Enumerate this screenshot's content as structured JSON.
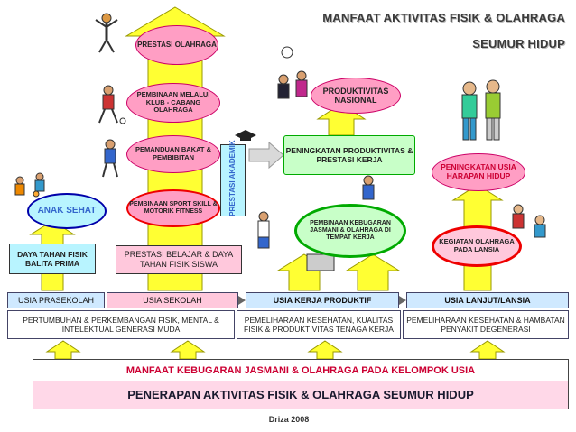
{
  "title": {
    "line1": "MANFAAT AKTIVITAS FISIK & OLAHRAGA",
    "line2": "SEUMUR HIDUP"
  },
  "left_column": {
    "prestasi_olahraga": "PRESTASI OLAHRAGA",
    "pembinaan_klub": "PEMBINAAN MELALUI KLUB - CABANG OLAHRAGA",
    "pemanduan_bakat": "PEMANDUAN BAKAT & PEMBIBITAN",
    "pembinaan_sport_skill": "PEMBINAAN SPORT SKILL & MOTORIK FITNESS",
    "prestasi_belajar": "PRESTASI BELAJAR & DAYA TAHAN FISIK SISWA",
    "prestasi_akademik": "PRESTASI AKADEMIK",
    "anak_sehat": "ANAK SEHAT",
    "daya_tahan_balita": "DAYA TAHAN FISIK BALITA PRIMA"
  },
  "middle_column": {
    "produktivitas_nasional": "PRODUKTIVITAS NASIONAL",
    "peningkatan_produktivitas": "PENINGKATAN PRODUKTIVITAS & PRESTASI KERJA",
    "pembinaan_kebugaran": "PEMBINAAN KEBUGARAN JASMANI & OLAHRAGA DI TEMPAT KERJA"
  },
  "right_column": {
    "peningkatan_usia": "PENINGKATAN USIA HARAPAN HIDUP",
    "kegiatan_olahraga": "KEGIATAN OLAHRAGA PADA LANSIA"
  },
  "age_bands": [
    {
      "label": "USIA PRASEKOLAH"
    },
    {
      "label": "USIA SEKOLAH"
    },
    {
      "label": "USIA KERJA PRODUKTIF"
    },
    {
      "label": "USIA LANJUT/LANSIA"
    }
  ],
  "descriptions": [
    "PERTUMBUHAN & PERKEMBANGAN FISIK, MENTAL & INTELEKTUAL GENERASI MUDA",
    "PEMELIHARAAN KESEHATAN, KUALITAS FISIK & PRODUKTIVITAS TENAGA KERJA",
    "PEMELIHARAAN KESEHATAN & HAMBATAN PENYAKIT DEGENERASI"
  ],
  "bottom": {
    "line1": "MANFAAT KEBUGARAN JASMANI & OLAHRAGA PADA KELOMPOK USIA",
    "line2": "PENERAPAN AKTIVITAS FISIK & OLAHRAGA SEUMUR HIDUP"
  },
  "credit": "Driza 2008",
  "colors": {
    "arrow_yellow": "#ffff33",
    "oval_pink": "#ff9ec4",
    "oval_green_fill": "#c8ffc8",
    "oval_green_border": "#00aa00",
    "box_pink": "#ffc8dc",
    "box_cyan": "#b8f4ff",
    "band_blue": "#cfe9ff",
    "bottom_red": "#cc0033",
    "bottom_pink_band": "#ffd8e8"
  }
}
